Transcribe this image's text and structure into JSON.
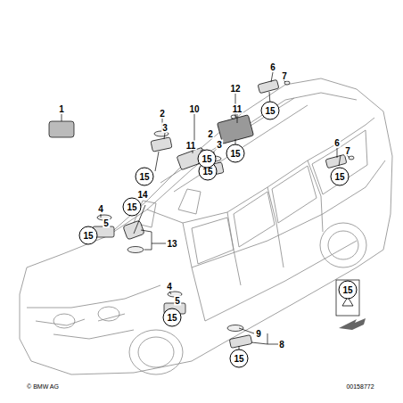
{
  "diagram": {
    "nodes": [
      {
        "text": [
          "15"
        ]
      },
      {
        "text": [
          "15"
        ]
      },
      {
        "text": [
          "15"
        ]
      },
      {
        "text": [
          "15"
        ]
      },
      {
        "text": [
          "15"
        ]
      },
      {
        "text": [
          "15"
        ]
      },
      {
        "text": [
          "15"
        ]
      },
      {
        "text": [
          "15"
        ]
      },
      {
        "text": [
          "15"
        ]
      },
      {
        "text": [
          "15"
        ]
      },
      {
        "text": [
          "15"
        ]
      }
    ],
    "labels": [
      "1",
      "2",
      "3",
      "10",
      "11",
      "12",
      "11",
      "6",
      "7",
      "2",
      "3",
      "6",
      "7",
      "4",
      "5",
      "13",
      "14",
      "4",
      "5",
      "9",
      "8",
      "© BMW AG",
      "00158772"
    ]
  }
}
